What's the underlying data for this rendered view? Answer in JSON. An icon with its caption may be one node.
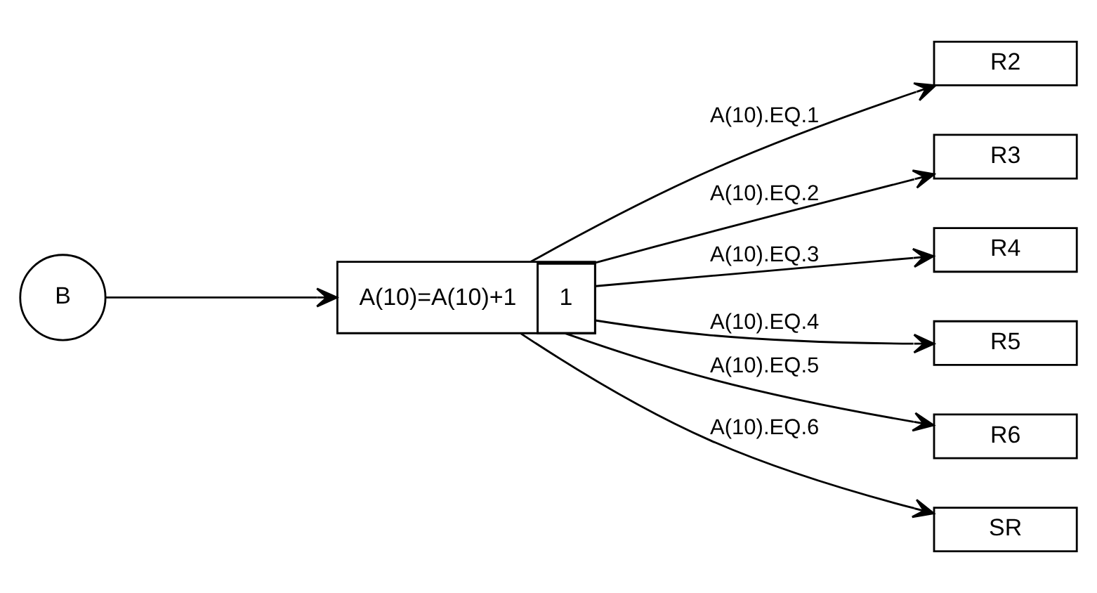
{
  "diagram": {
    "nodes": [
      {
        "text": [
          "B"
        ]
      },
      {
        "text": [
          "A(10)=A(10)+1",
          "1"
        ]
      },
      {
        "text": [
          "R2"
        ]
      },
      {
        "text": [
          "R3"
        ]
      },
      {
        "text": [
          "R4"
        ]
      },
      {
        "text": [
          "R5"
        ]
      },
      {
        "text": [
          "R6"
        ]
      },
      {
        "text": [
          "SR"
        ]
      }
    ],
    "edges": [
      {
        "from": 0,
        "to": 1,
        "arrow": "to"
      },
      {
        "from": 1,
        "to": 2,
        "arrow": "to",
        "label": "A(10).EQ.1"
      },
      {
        "from": 1,
        "to": 3,
        "arrow": "to",
        "label": "A(10).EQ.2"
      },
      {
        "from": 1,
        "to": 4,
        "arrow": "to",
        "label": "A(10).EQ.3"
      },
      {
        "from": 1,
        "to": 5,
        "arrow": "to",
        "label": "A(10).EQ.4"
      },
      {
        "from": 1,
        "to": 6,
        "arrow": "to",
        "label": "A(10).EQ.5"
      },
      {
        "from": 1,
        "to": 7,
        "arrow": "to",
        "label": "A(10).EQ.6"
      }
    ]
  }
}
